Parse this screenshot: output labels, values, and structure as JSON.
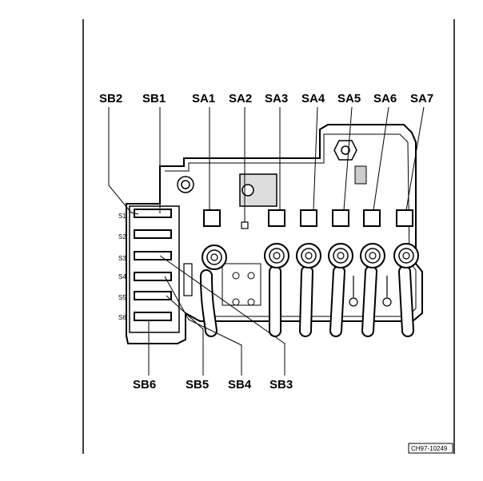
{
  "top_labels": [
    "SB2",
    "SB1",
    "SA1",
    "SA2",
    "SA3",
    "SA4",
    "SA5",
    "SA6",
    "SA7"
  ],
  "bottom_labels": [
    "SB6",
    "SB5",
    "SB4",
    "SB3"
  ],
  "slot_labels": [
    "S1",
    "S2",
    "S3",
    "S4",
    "S5",
    "S6"
  ],
  "figure_code": "CH97-10249"
}
